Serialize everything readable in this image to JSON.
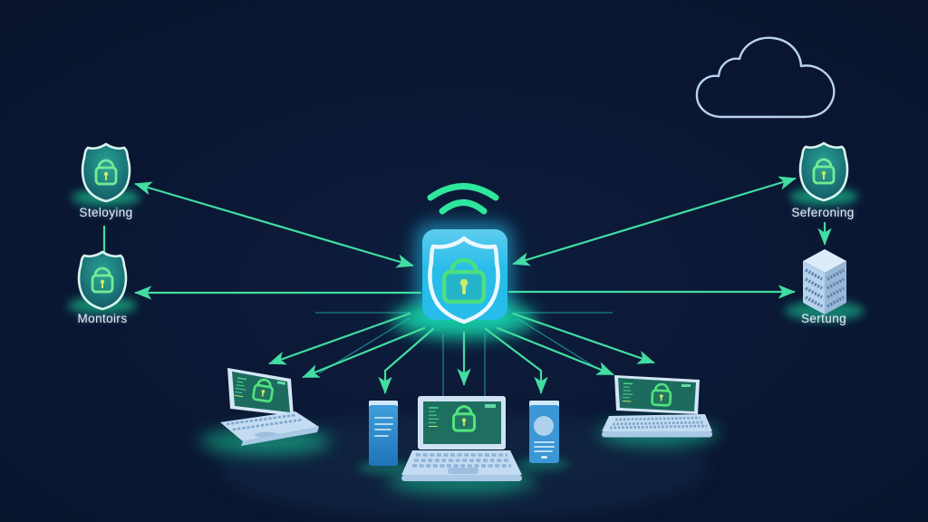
{
  "nodes": {
    "top_left_shield": {
      "label": "Steloying"
    },
    "bottom_left_shield": {
      "label": "Montoirs"
    },
    "top_right_shield": {
      "label": "Seferoning"
    },
    "right_server": {
      "label": "Sertung"
    }
  },
  "connections": [
    {
      "from": "central-shield",
      "to": "top-left-shield",
      "style": "double-arrow"
    },
    {
      "from": "central-shield",
      "to": "bottom-left-shield",
      "style": "arrow"
    },
    {
      "from": "central-shield",
      "to": "top-right-shield",
      "style": "double-arrow"
    },
    {
      "from": "central-shield",
      "to": "right-server",
      "style": "arrow"
    },
    {
      "from": "top-left-shield",
      "to": "bottom-left-shield",
      "style": "line"
    },
    {
      "from": "top-right-shield",
      "to": "right-server",
      "style": "arrow"
    },
    {
      "from": "central-shield",
      "to": "bottom-left-laptop",
      "style": "arrow-pair"
    },
    {
      "from": "central-shield",
      "to": "left-tower",
      "style": "elbow-arrow"
    },
    {
      "from": "central-shield",
      "to": "center-laptop",
      "style": "arrow"
    },
    {
      "from": "central-shield",
      "to": "right-tower",
      "style": "elbow-arrow"
    },
    {
      "from": "central-shield",
      "to": "bottom-right-laptop",
      "style": "arrow-pair"
    }
  ],
  "colors": {
    "background": "#0a1631",
    "arrow": "#41dda2",
    "signal": "#2ee69c",
    "glow": "#1fe3a6",
    "central_tile": "#27bce9",
    "shield_outline": "#d9f4ee",
    "lock": "#5fe888",
    "keyhole": "#cdeb6d",
    "cloud_outline": "#b9d2ef",
    "device_body": "#c3dcf2",
    "screen": "#1f6f60",
    "screen_text": "#49d98c",
    "tower_blue": "#2f8fd2",
    "label_text": "#e8eef8"
  }
}
